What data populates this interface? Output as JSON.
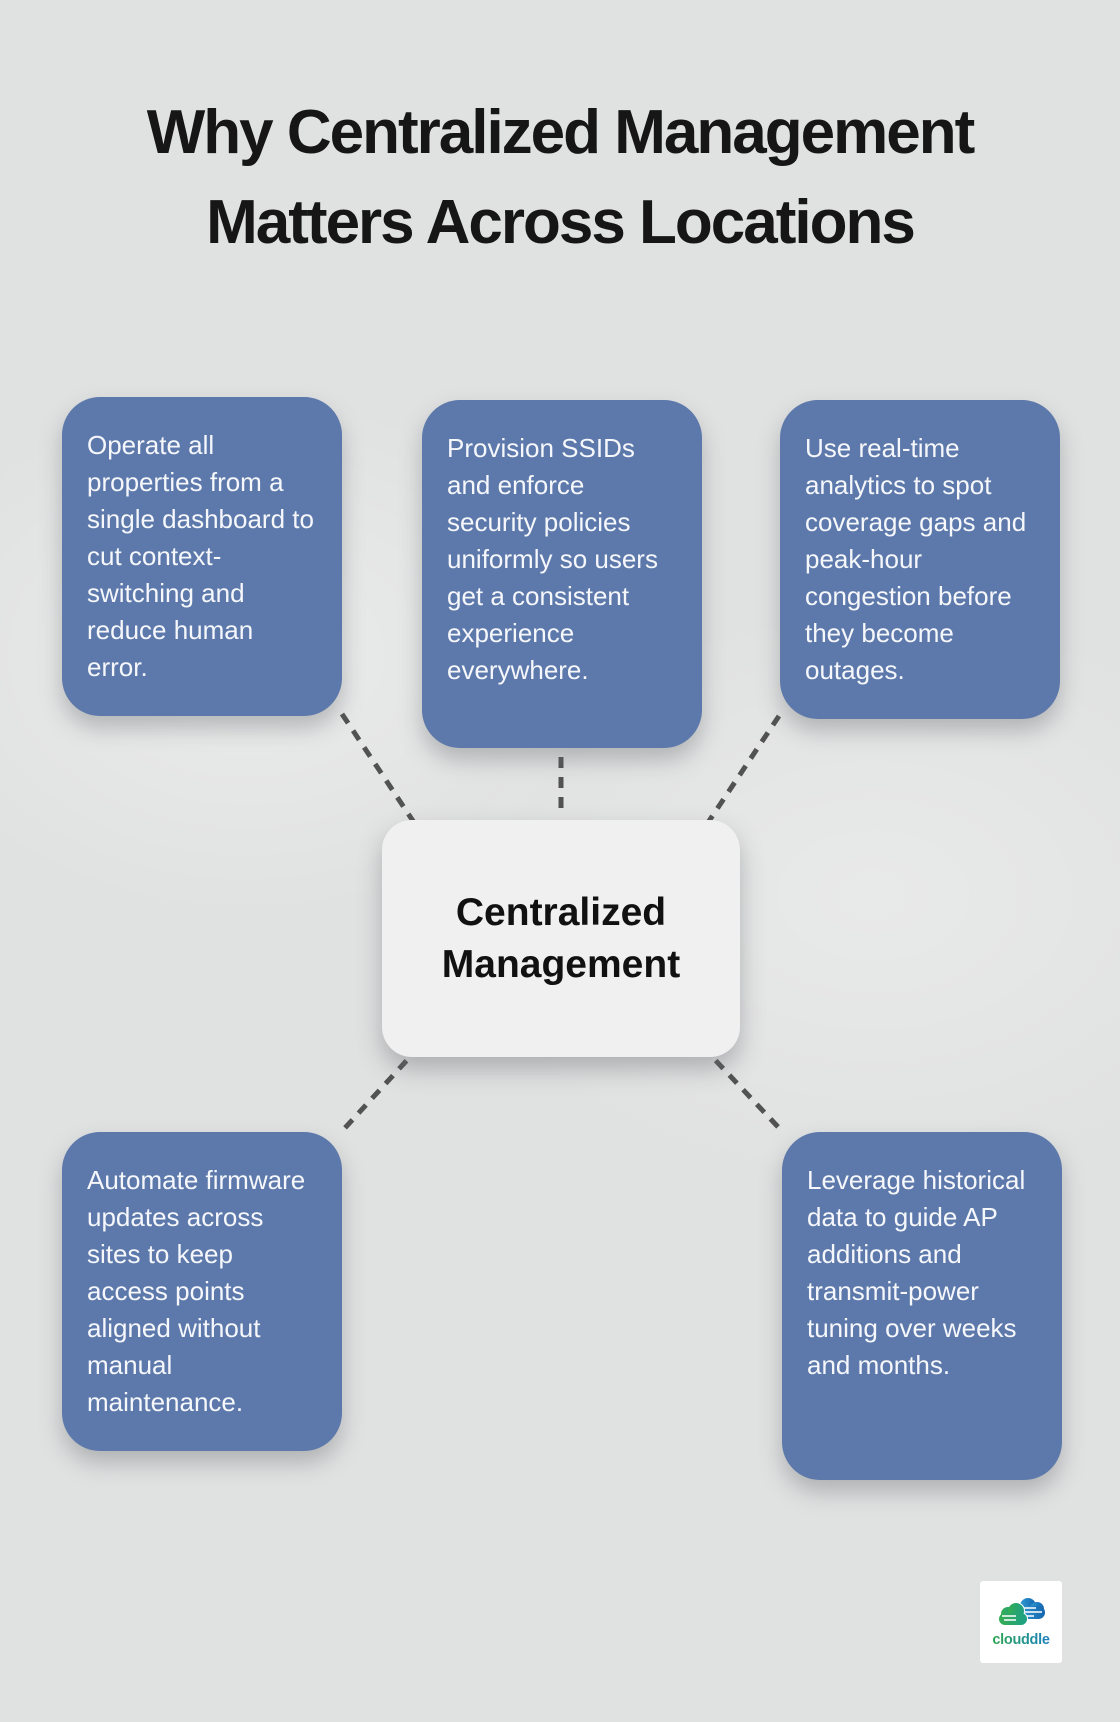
{
  "title": {
    "line1": "Why Centralized Management",
    "line2": "Matters Across Locations"
  },
  "center": {
    "label": "Centralized Management"
  },
  "boxes": [
    {
      "id": "top-left",
      "text": "Operate all properties from a single dashboard to cut context-switching and reduce human error."
    },
    {
      "id": "top-middle",
      "text": "Provision SSIDs and enforce security policies uniformly so users get a consistent experience everywhere."
    },
    {
      "id": "top-right",
      "text": "Use real-time analytics to spot coverage gaps and peak-hour congestion before they become outages."
    },
    {
      "id": "bottom-left",
      "text": "Automate firmware updates across sites to keep access points aligned without manual maintenance."
    },
    {
      "id": "bottom-right",
      "text": "Leverage historical data to guide AP additions and transmit-power tuning over weeks and months."
    }
  ],
  "logo": {
    "name": "clouddle",
    "icon": "cloud-logo-icon"
  },
  "colors": {
    "background": "#e0e1e1",
    "box_blue": "#5d79ab",
    "box_text": "#f5f7fb",
    "node_bg": "#f0f0f1",
    "node_text": "#111111",
    "connector": "#525252",
    "title_text": "#161616",
    "logo_green": "#2ca44e",
    "logo_blue": "#1e7fc0"
  }
}
